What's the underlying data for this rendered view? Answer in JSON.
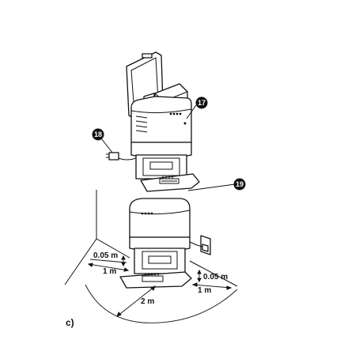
{
  "figure_label": "c)",
  "callouts": {
    "c17": "17",
    "c18": "18",
    "c19": "19"
  },
  "dimensions": {
    "gap_left": "0.05 m",
    "gap_right": "0.05 m",
    "side_left": "1 m",
    "side_right": "1 m",
    "front": "2 m"
  },
  "colors": {
    "line": "#111111",
    "background": "#ffffff",
    "callout_fill": "#111111"
  }
}
